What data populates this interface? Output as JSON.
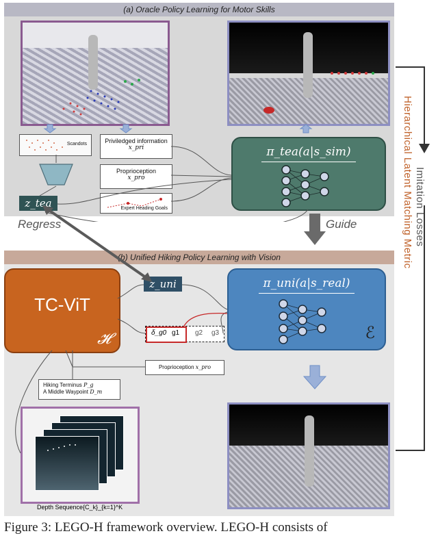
{
  "panel_a": {
    "title": "(a) Oracle Policy Learning for Motor Skills"
  },
  "panel_b": {
    "title": "(b) Unified Hiking Policy Learning with Vision"
  },
  "teacher": {
    "scandots": "Scandots",
    "privileged_label": "Priviledged information",
    "privileged_symbol": "x_pri",
    "proprio_label": "Proprioception",
    "proprio_symbol": "x_pro",
    "heading_goals": "Expert Heading Goals",
    "policy_label": "π_tea(a|s_sim)",
    "latent": "z_tea"
  },
  "student": {
    "encoder_title": "TC-ViT",
    "encoder_symbol": "𝓗",
    "latent": "z_uni",
    "policy_label": "π_uni(a|s_real)",
    "policy_symbol": "ℰ",
    "goal_tokens": [
      "δ_g0",
      "g1",
      "g2",
      "g3"
    ],
    "proprio_label": "Proprioception",
    "proprio_symbol": "x_pro",
    "terminus_label": "Hiking Terminus",
    "terminus_symbol": "P_g",
    "waypoint_label": "A Middle Waypoint",
    "waypoint_symbol": "D_m",
    "depth_label": "Depth Sequence{C_k}_{k=1}^K"
  },
  "annotations": {
    "regress": "Regress",
    "guide": "Guide",
    "imitation": "Imitation Losses",
    "metric": "Hierarchical Latent Matching Metric"
  },
  "colors": {
    "teacher": "#4e7a6c",
    "student": "#4d86bf",
    "encoder": "#c8641f",
    "metric": "#c0622b"
  },
  "caption": "Figure 3: LEGO-H framework overview. LEGO-H consists of"
}
